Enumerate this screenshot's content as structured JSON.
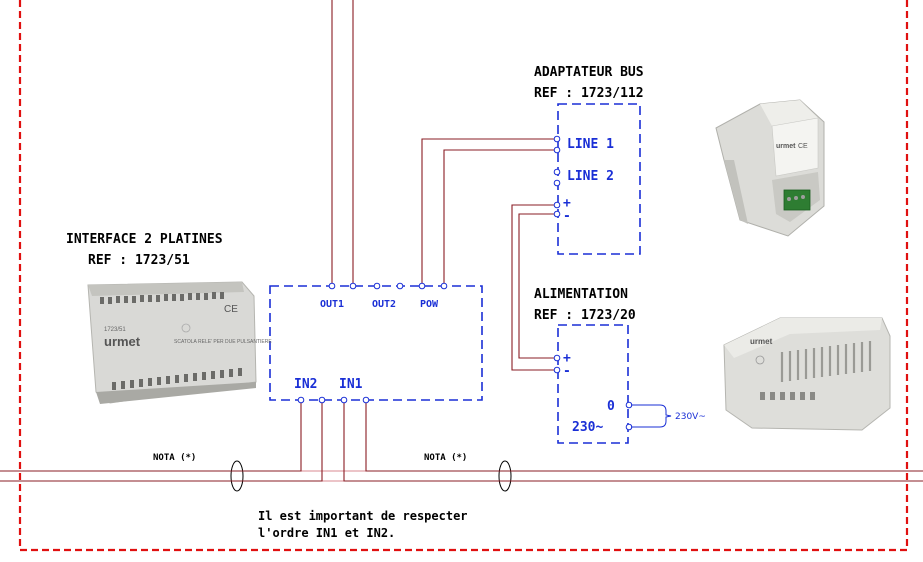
{
  "frame": {
    "color": "#e01010"
  },
  "bus_adapter": {
    "title": "ADAPTATEUR BUS",
    "ref": "REF : 1723/112",
    "terminals": {
      "line1": "LINE 1",
      "line2": "LINE 2",
      "plus": "+",
      "minus": "-"
    }
  },
  "interface": {
    "title": "INTERFACE 2 PLATINES",
    "ref": "REF : 1723/51",
    "outputs": {
      "out1": "OUT1",
      "out2": "OUT2",
      "pow": "POW"
    },
    "inputs": {
      "in2": "IN2",
      "in1": "IN1"
    }
  },
  "power_supply": {
    "title": "ALIMENTATION",
    "ref": "REF : 1723/20",
    "terminals": {
      "plus": "+",
      "minus": "-",
      "zero": "0",
      "v230": "230~"
    },
    "mains_label": "230V~"
  },
  "notes": {
    "nota_left": "NOTA (*)",
    "nota_right": "NOTA (*)",
    "footer_line1": "Il est important de respecter",
    "footer_line2": "l'ordre IN1 et IN2."
  },
  "devices": {
    "interface_brand": "urmet",
    "interface_model": "1723/51",
    "interface_caption": "SCATOLA RELE’ PER DUE PULSANTIERE",
    "psu_brand": "urmet",
    "adapter_brand": "urmet"
  },
  "colors": {
    "wire": "#8a1d24",
    "box": "#1a2fd6",
    "frame": "#e01010"
  }
}
